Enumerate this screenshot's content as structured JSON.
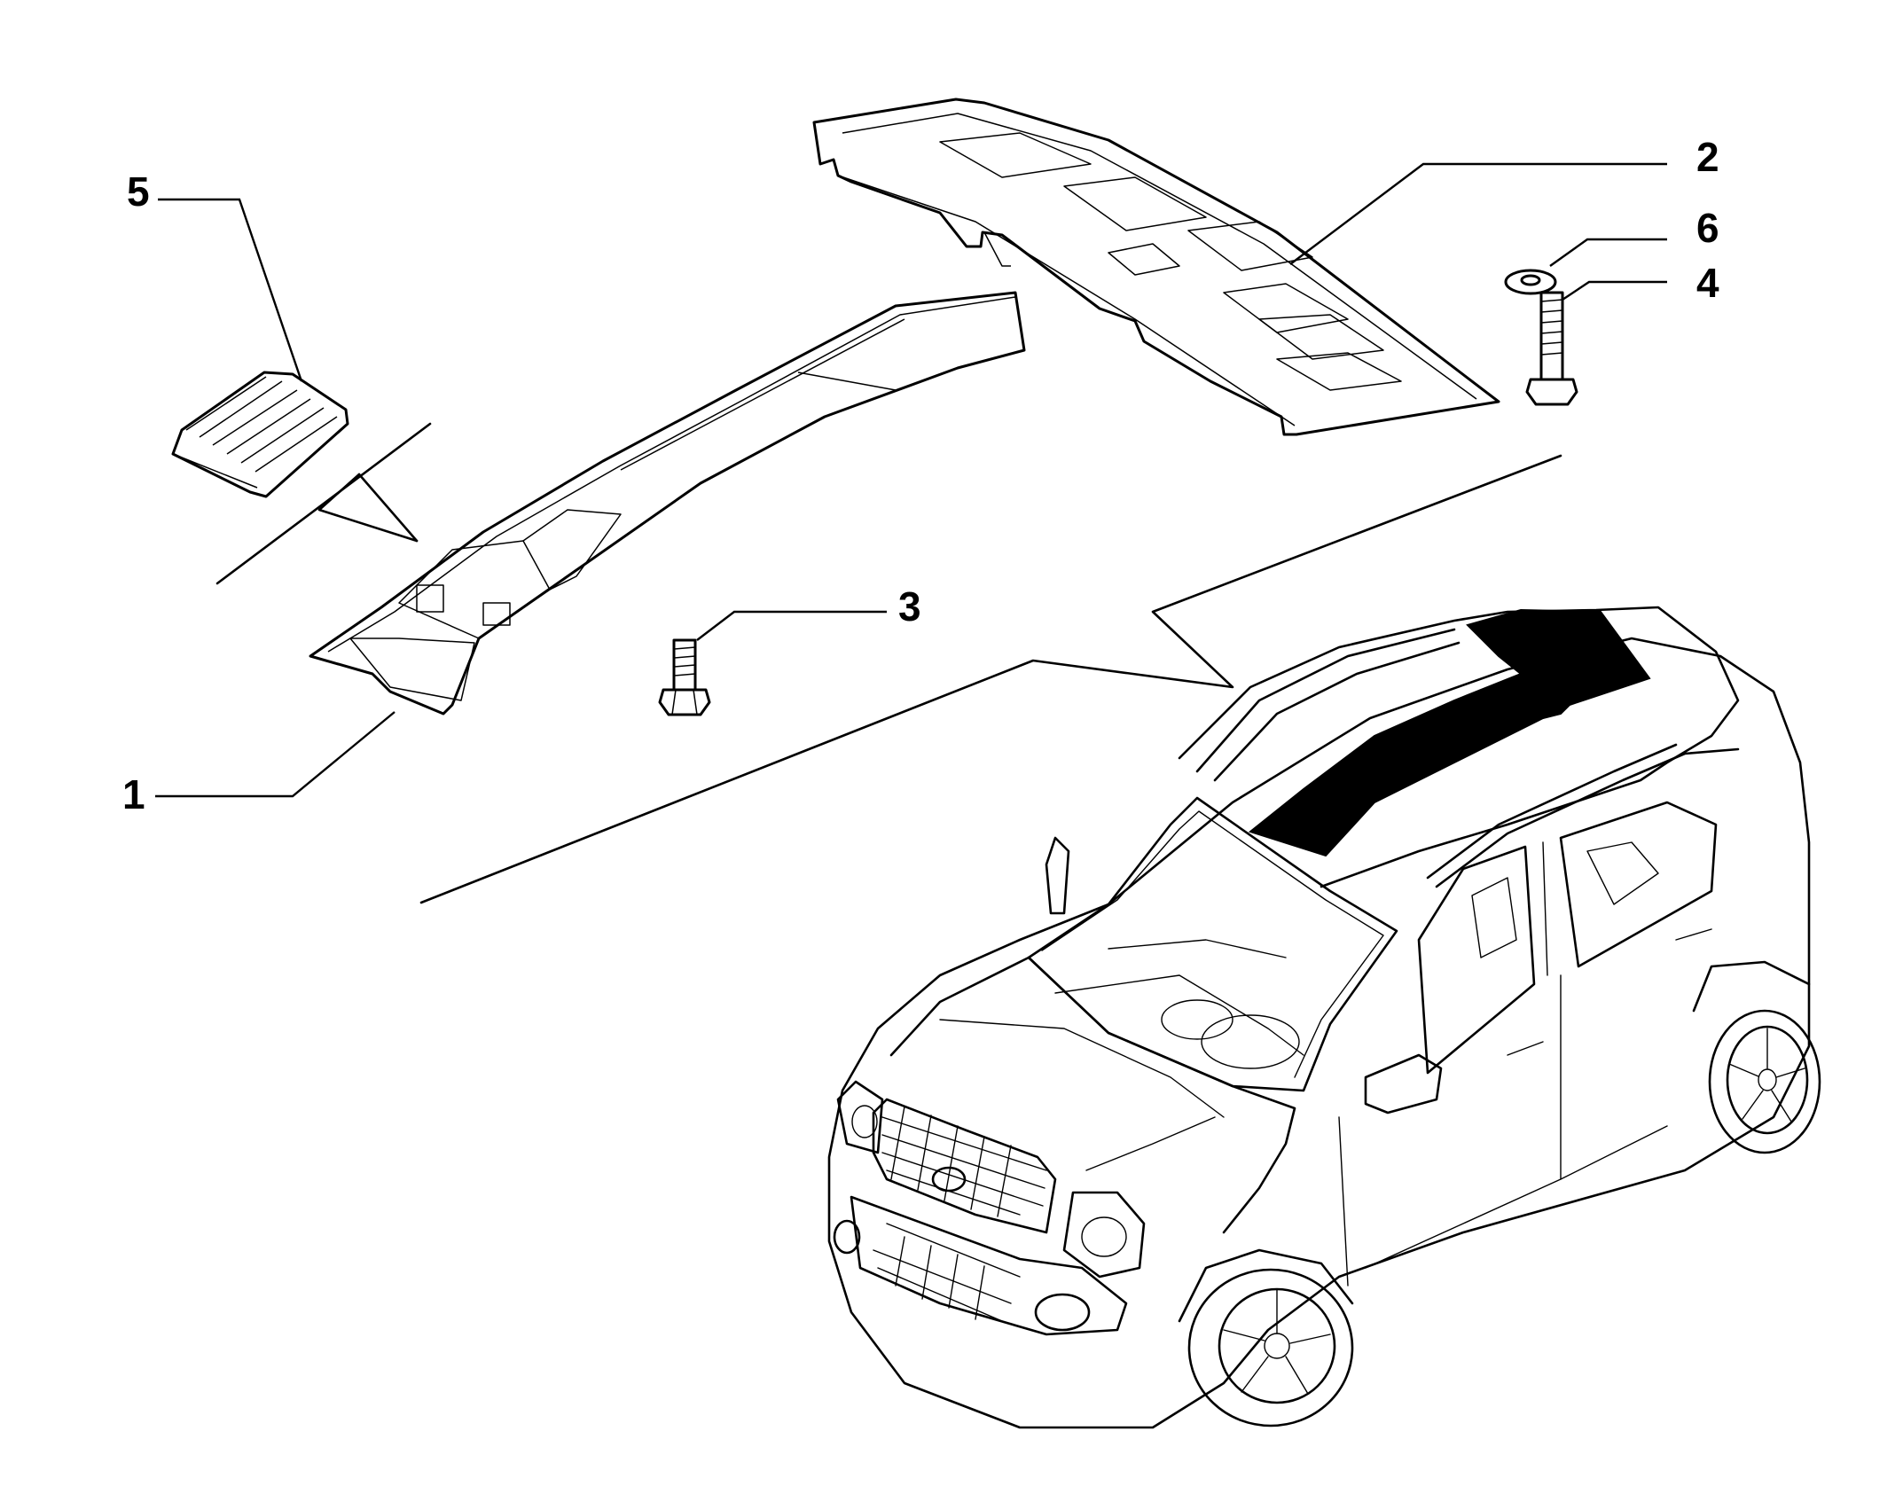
{
  "diagram": {
    "callouts": [
      {
        "id": "1",
        "label": "1"
      },
      {
        "id": "2",
        "label": "2"
      },
      {
        "id": "3",
        "label": "3"
      },
      {
        "id": "4",
        "label": "4"
      },
      {
        "id": "5",
        "label": "5"
      },
      {
        "id": "6",
        "label": "6"
      }
    ],
    "colors": {
      "line": "#000000",
      "background": "#ffffff",
      "highlight": "#000000"
    }
  }
}
